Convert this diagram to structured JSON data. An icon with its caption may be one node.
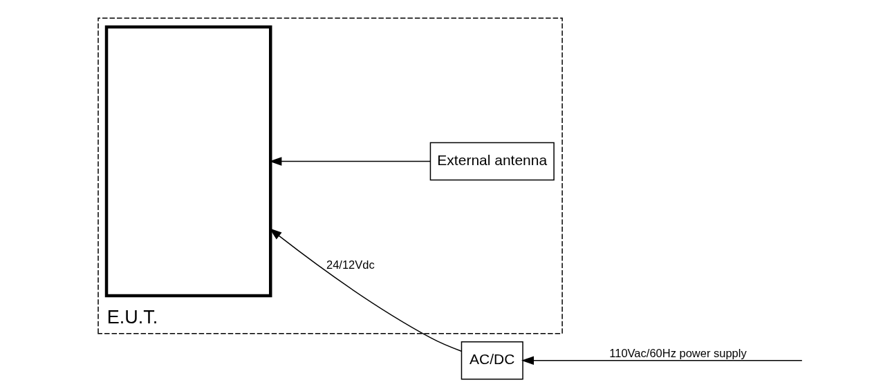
{
  "diagram": {
    "nodes": [
      {
        "text": [
          "E.U.T."
        ]
      },
      {
        "text": [],
        "shape": "box",
        "in": 0
      },
      {
        "text": [
          "AC/DC"
        ]
      },
      {
        "text": [
          "External antenna"
        ],
        "in": 0
      }
    ],
    "edges": [
      {
        "from": 2,
        "to": 1,
        "arrow": "to",
        "label": "24/12Vdc"
      },
      {
        "from": 3,
        "to": 1,
        "arrow": "to"
      },
      {
        "from": null,
        "to": 2,
        "arrow": "to",
        "label": "110Vac/60Hz power supply"
      }
    ]
  }
}
